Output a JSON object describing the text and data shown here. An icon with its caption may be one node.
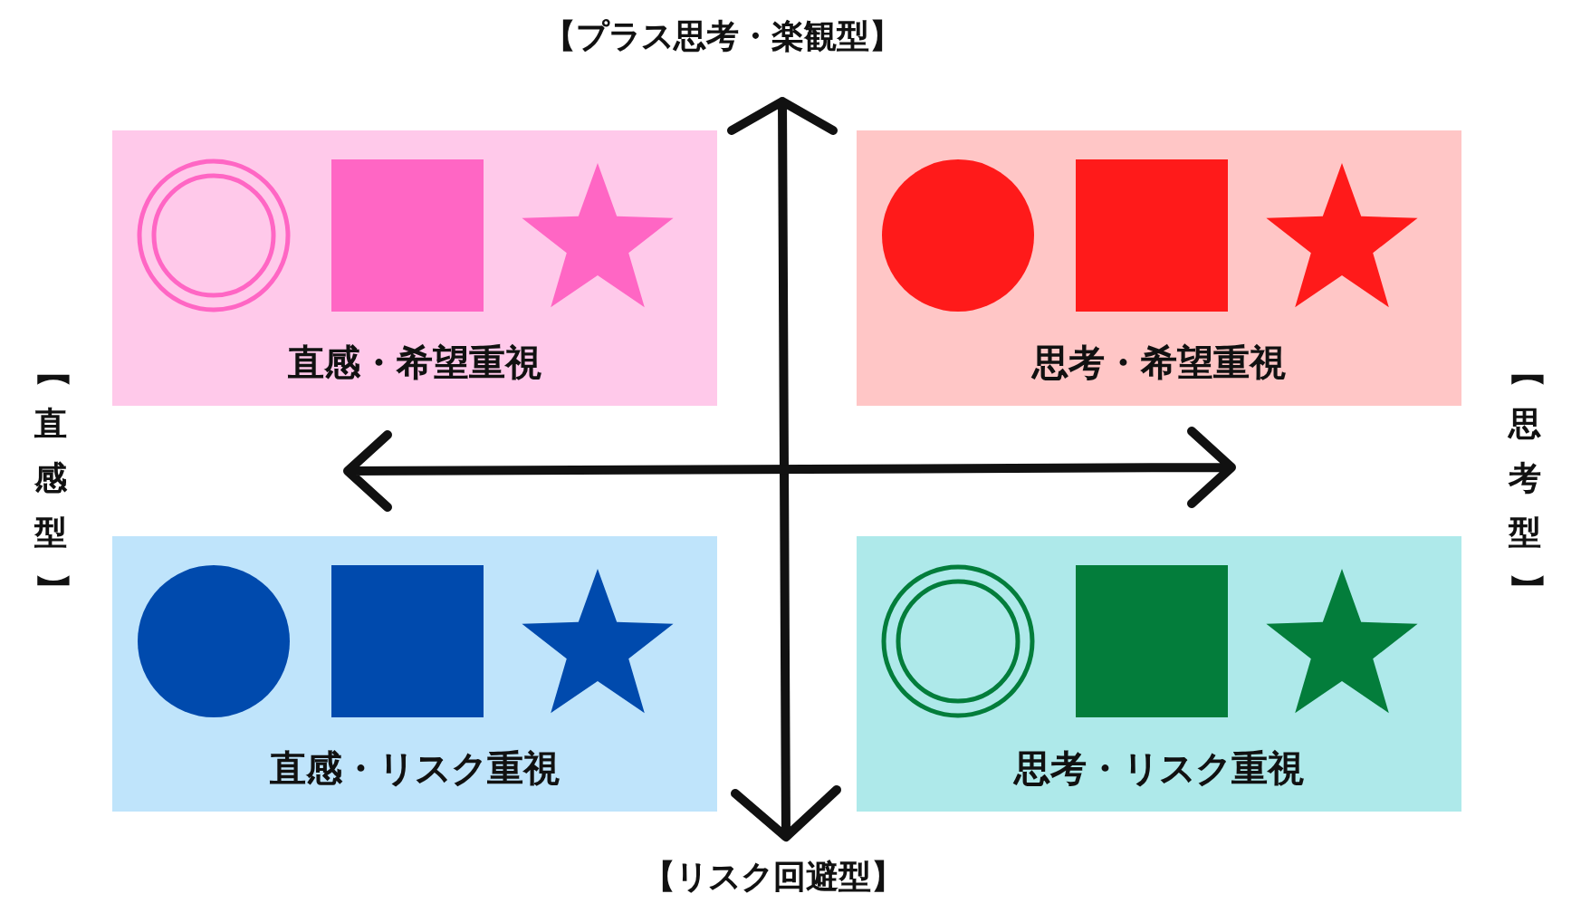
{
  "diagram": {
    "nodes": [
      {
        "text": [
          "直感・希望重視"
        ]
      },
      {
        "text": [
          "思考・希望重視"
        ]
      },
      {
        "text": [
          "直感・リスク重視"
        ]
      },
      {
        "text": [
          "思考・リスク重視"
        ]
      }
    ],
    "labels": [
      "【プラス思考・楽観型】",
      "【直感型】",
      "【思考型】",
      "【リスク回避型】"
    ]
  }
}
